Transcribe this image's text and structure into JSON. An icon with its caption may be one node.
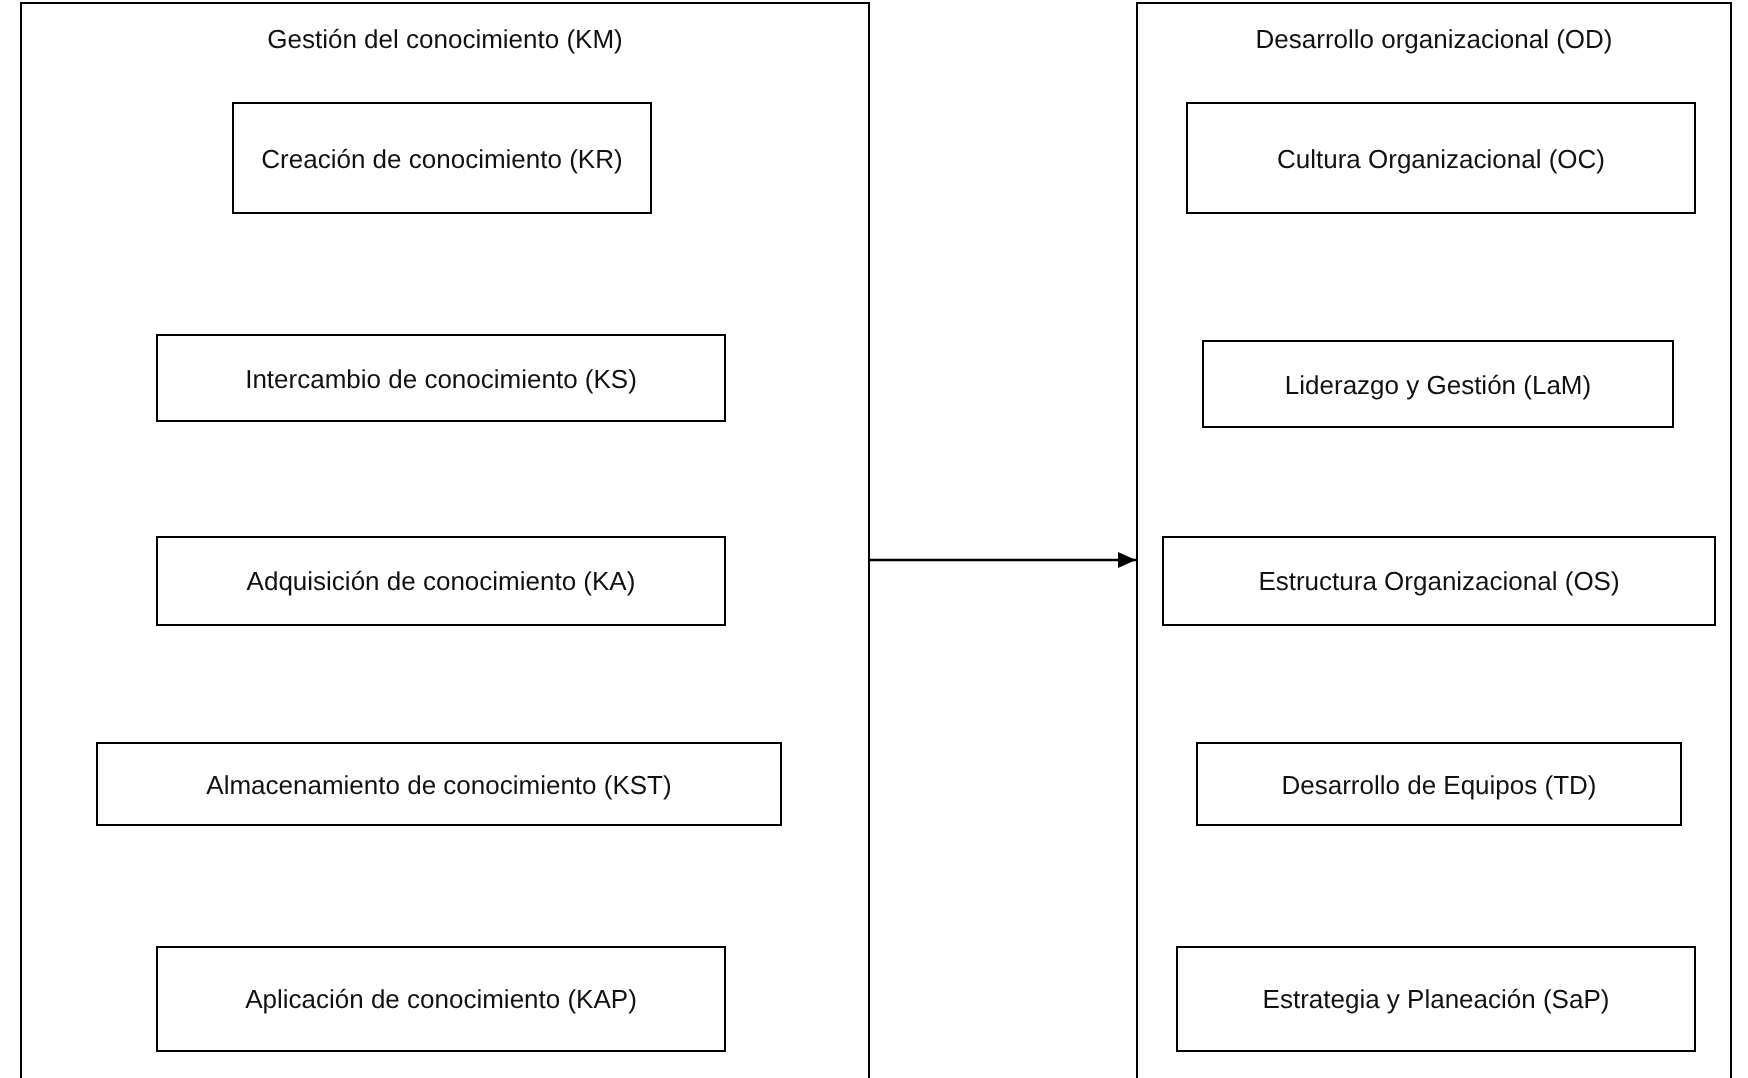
{
  "diagram": {
    "nodes": [
      {
        "text": [
          "Gestión del conocimiento (KM)"
        ]
      },
      {
        "text": [
          "Creación de conocimiento (KR)"
        ],
        "in": 0
      },
      {
        "text": [
          "Intercambio de conocimiento (KS)"
        ],
        "in": 0
      },
      {
        "text": [
          "Adquisición de conocimiento (KA)"
        ],
        "in": 0
      },
      {
        "text": [
          "Almacenamiento de conocimiento (KST)"
        ],
        "in": 0
      },
      {
        "text": [
          "Aplicación de conocimiento (KAP)"
        ],
        "in": 0
      },
      {
        "text": [
          "Desarrollo organizacional (OD)"
        ]
      },
      {
        "text": [
          "Cultura Organizacional (OC)"
        ],
        "in": 6
      },
      {
        "text": [
          "Liderazgo y Gestión (LaM)"
        ],
        "in": 6
      },
      {
        "text": [
          "Estructura Organizacional (OS)"
        ],
        "in": 6
      },
      {
        "text": [
          "Desarrollo de Equipos (TD)"
        ],
        "in": 6
      },
      {
        "text": [
          "Estrategia y Planeación (SaP)"
        ],
        "in": 6
      }
    ],
    "edges": [
      {
        "from": 0,
        "to": 6,
        "arrow": "to"
      }
    ]
  }
}
